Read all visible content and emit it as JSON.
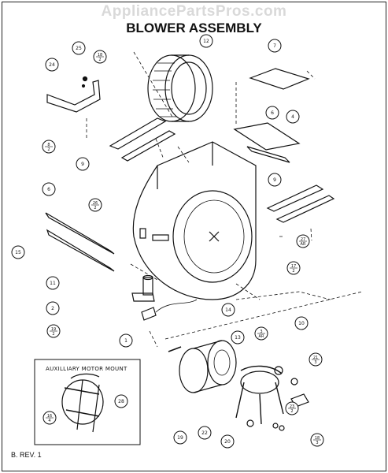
{
  "watermark": "AppliancePartsPros.com",
  "title": "BLOWER ASSEMBLY",
  "inset_title": "AUXILLIARY MOTOR MOUNT",
  "revision": "B. REV. 1",
  "callouts": [
    {
      "label": "25"
    },
    {
      "label": "18",
      "sub": "2"
    },
    {
      "label": "12"
    },
    {
      "label": "7"
    },
    {
      "label": "24"
    },
    {
      "label": "8",
      "sub": "2"
    },
    {
      "label": "9"
    },
    {
      "label": "6"
    },
    {
      "label": "4"
    },
    {
      "label": "9"
    },
    {
      "label": "6"
    },
    {
      "label": "26",
      "sub": "2"
    },
    {
      "label": "15"
    },
    {
      "label": "27",
      "sub": "AR"
    },
    {
      "label": "17",
      "sub": "2"
    },
    {
      "label": "11"
    },
    {
      "label": "2"
    },
    {
      "label": "19",
      "sub": "2"
    },
    {
      "label": "14"
    },
    {
      "label": "1"
    },
    {
      "label": "3",
      "sub": "AR"
    },
    {
      "label": "10"
    },
    {
      "label": "13"
    },
    {
      "label": "21",
      "sub": "3"
    },
    {
      "label": "28"
    },
    {
      "label": "16",
      "sub": "4"
    },
    {
      "label": "23",
      "sub": "2"
    },
    {
      "label": "19"
    },
    {
      "label": "22"
    },
    {
      "label": "20"
    },
    {
      "label": "18",
      "sub": "3"
    }
  ]
}
